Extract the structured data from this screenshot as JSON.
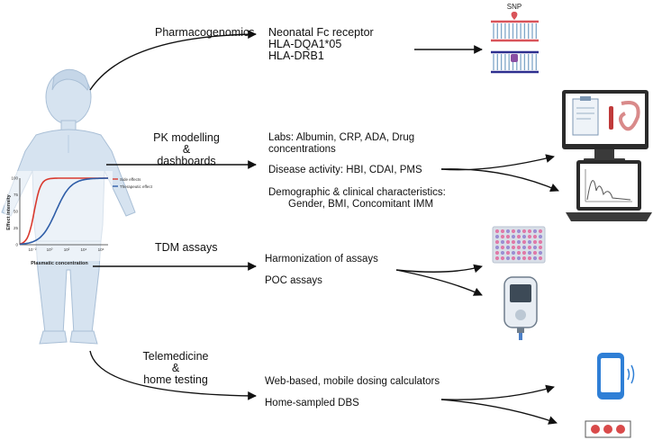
{
  "sections": {
    "pharmacogenomics": {
      "label": "Pharmacogenomics",
      "items": [
        "Neonatal Fc receptor",
        "HLA-DQA1*05",
        "HLA-DRB1"
      ],
      "snp_label": "SNP"
    },
    "pk": {
      "label_lines": [
        "PK modelling",
        "&",
        "dashboards"
      ],
      "items": {
        "labs_line1": "Labs: Albumin, CRP, ADA, Drug",
        "labs_line2": "concentrations",
        "disease": "Disease activity: HBI, CDAI, PMS",
        "demo_line1": "Demographic & clinical characteristics:",
        "demo_line2": "Gender, BMI, Concomitant IMM"
      }
    },
    "tdm": {
      "label": "TDM assays",
      "items": [
        "Harmonization of assays",
        "POC assays"
      ]
    },
    "tele": {
      "label_lines": [
        "Telemedicine",
        "&",
        "home testing"
      ],
      "items": [
        "Web-based, mobile dosing calculators",
        "Home-sampled DBS"
      ]
    }
  },
  "chart": {
    "ylabel": "Effect intensity",
    "xlabel": "Plasmatic concentration",
    "yticks": [
      "100",
      "75",
      "50",
      "25",
      "0"
    ],
    "xticks": [
      "10⁻²",
      "10⁰",
      "10²",
      "10⁴",
      "10⁶"
    ],
    "legend": [
      "Side effects",
      "Therapeutic effect"
    ],
    "colors": {
      "side": "#d93a2f",
      "therapeutic": "#2f5ea8"
    }
  },
  "colors": {
    "person": "#d6e3f0",
    "person_line": "#a9bfd6",
    "dna_red": "#d9545a",
    "dna_blue": "#2d2f8f",
    "arrow": "#111111"
  }
}
